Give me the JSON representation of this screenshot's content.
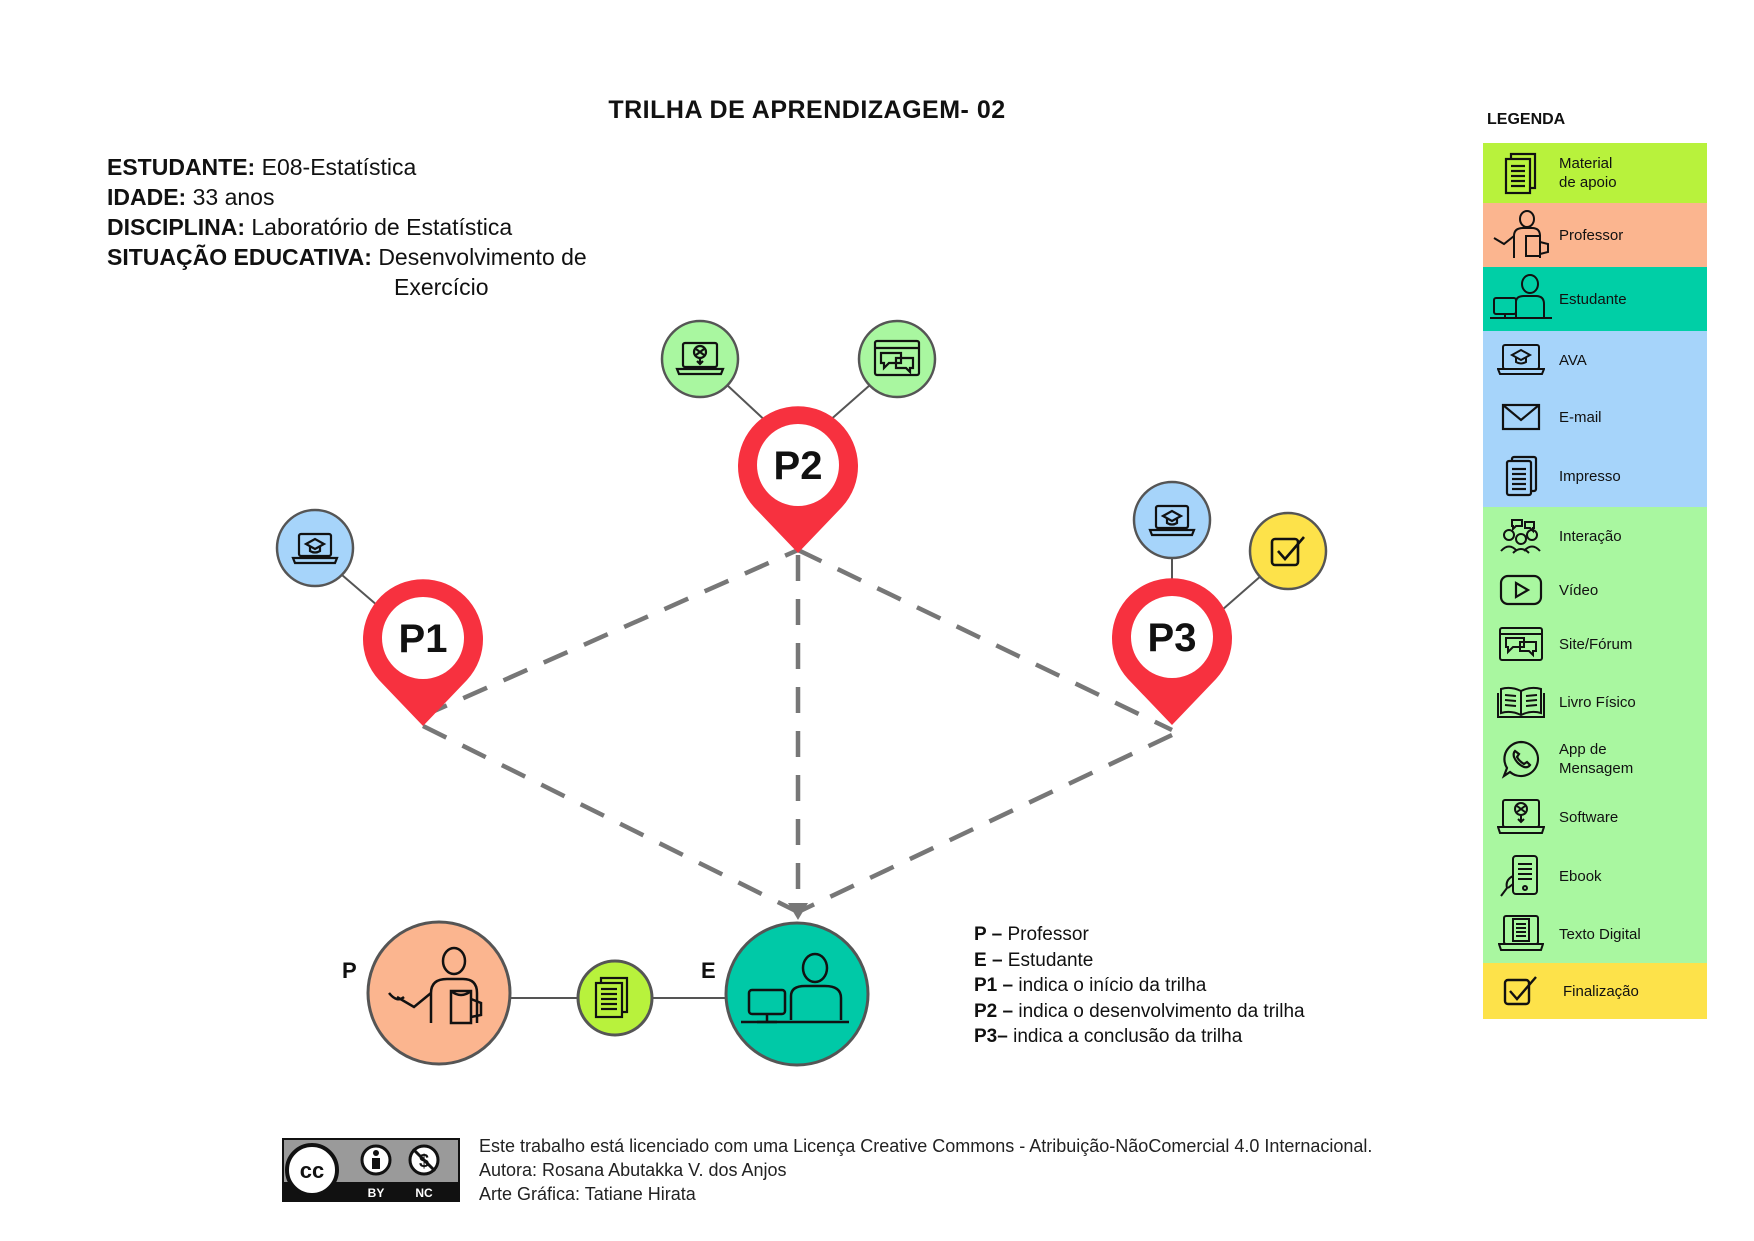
{
  "title": "TRILHA DE APRENDIZAGEM- 02",
  "info": {
    "student_label": "ESTUDANTE:",
    "student_value": "E08-Estatística",
    "age_label": "IDADE:",
    "age_value": "33 anos",
    "discipline_label": "DISCIPLINA:",
    "discipline_value": "Laboratório de Estatística",
    "situation_label": "SITUAÇÃO EDUCATIVA:",
    "situation_value_1": "Desenvolvimento de",
    "situation_value_2": "Exercício"
  },
  "pins": {
    "p1": "P1",
    "p2": "P2",
    "p3": "P3"
  },
  "nodes": {
    "professor_letter": "P",
    "student_letter": "E"
  },
  "notes": [
    {
      "key": "P –",
      "text": " Professor"
    },
    {
      "key": "E –",
      "text": " Estudante"
    },
    {
      "key": "P1 –",
      "text": " indica o início da trilha"
    },
    {
      "key": "P2 –",
      "text": " indica o desenvolvimento da trilha"
    },
    {
      "key": "P3–",
      "text": " indica a conclusão da trilha"
    }
  ],
  "legend": {
    "title": "LEGENDA",
    "items": [
      {
        "label": "Material\nde apoio",
        "icon": "document-stack-icon",
        "color": "#b8f23c"
      },
      {
        "label": "Professor",
        "icon": "professor-icon",
        "color": "#fbb58f"
      },
      {
        "label": "Estudante",
        "icon": "student-icon",
        "color": "#00cfa6"
      },
      {
        "label": "AVA",
        "icon": "laptop-graduation-icon",
        "color": "#a6d4fa"
      },
      {
        "label": "E-mail",
        "icon": "envelope-icon",
        "color": "#a6d4fa"
      },
      {
        "label": "Impresso",
        "icon": "printed-document-icon",
        "color": "#a6d4fa"
      },
      {
        "label": "Interação",
        "icon": "interaction-icon",
        "color": "#a9f7a0"
      },
      {
        "label": "Vídeo",
        "icon": "video-play-icon",
        "color": "#a9f7a0"
      },
      {
        "label": "Site/Fórum",
        "icon": "forum-icon",
        "color": "#a9f7a0"
      },
      {
        "label": "Livro Físico",
        "icon": "book-icon",
        "color": "#a9f7a0"
      },
      {
        "label": "App de\nMensagem",
        "icon": "whatsapp-icon",
        "color": "#a9f7a0"
      },
      {
        "label": "Software",
        "icon": "software-laptop-icon",
        "color": "#a9f7a0"
      },
      {
        "label": "Ebook",
        "icon": "ebook-icon",
        "color": "#a9f7a0"
      },
      {
        "label": "Texto Digital",
        "icon": "digital-text-icon",
        "color": "#a9f7a0"
      },
      {
        "label": "Finalização",
        "icon": "checkbox-icon",
        "color": "#fde24a"
      }
    ]
  },
  "license": {
    "badge_cc": "cc",
    "badge_by": "BY",
    "badge_nc": "NC",
    "line1": "Este trabalho está licenciado com uma Licença Creative Commons - Atribuição-NãoComercial 4.0 Internacional.",
    "line2": "Autora: Rosana Abutakka V. dos Anjos",
    "line3": "Arte Gráfica: Tatiane Hirata"
  },
  "colors": {
    "pin": "#f7313f",
    "dash": "#777777",
    "green_icon": "#a9f7a0",
    "blue_icon": "#a6d4fa",
    "yellow_icon": "#fde24a",
    "professor": "#fbb58f",
    "student": "#00c9a7",
    "material": "#b8f23c"
  }
}
